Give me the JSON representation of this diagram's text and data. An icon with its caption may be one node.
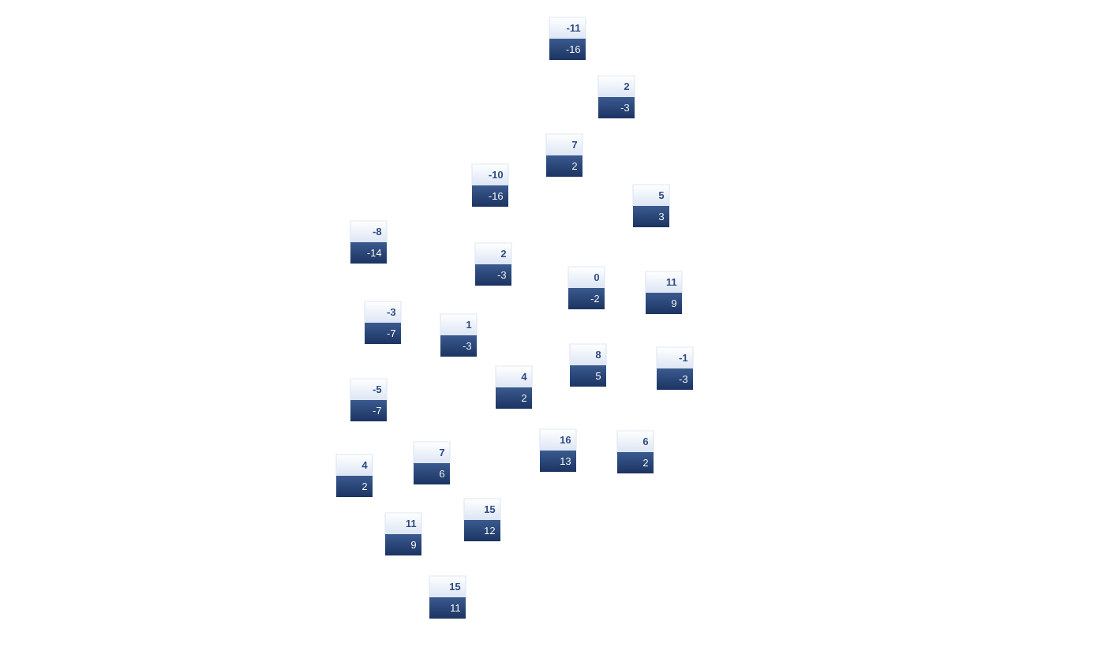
{
  "diagram": {
    "nodes": [
      {
        "text": [
          "-11",
          "-16"
        ]
      },
      {
        "text": [
          "2",
          "-3"
        ]
      },
      {
        "text": [
          "7",
          "2"
        ]
      },
      {
        "text": [
          "-10",
          "-16"
        ]
      },
      {
        "text": [
          "5",
          "3"
        ]
      },
      {
        "text": [
          "-8",
          "-14"
        ]
      },
      {
        "text": [
          "2",
          "-3"
        ]
      },
      {
        "text": [
          "0",
          "-2"
        ]
      },
      {
        "text": [
          "11",
          "9"
        ]
      },
      {
        "text": [
          "-3",
          "-7"
        ]
      },
      {
        "text": [
          "1",
          "-3"
        ]
      },
      {
        "text": [
          "8",
          "5"
        ]
      },
      {
        "text": [
          "-1",
          "-3"
        ]
      },
      {
        "text": [
          "4",
          "2"
        ]
      },
      {
        "text": [
          "-5",
          "-7"
        ]
      },
      {
        "text": [
          "16",
          "13"
        ]
      },
      {
        "text": [
          "6",
          "2"
        ]
      },
      {
        "text": [
          "7",
          "6"
        ]
      },
      {
        "text": [
          "4",
          "2"
        ]
      },
      {
        "text": [
          "15",
          "12"
        ]
      },
      {
        "text": [
          "11",
          "9"
        ]
      },
      {
        "text": [
          "15",
          "11"
        ]
      }
    ]
  }
}
